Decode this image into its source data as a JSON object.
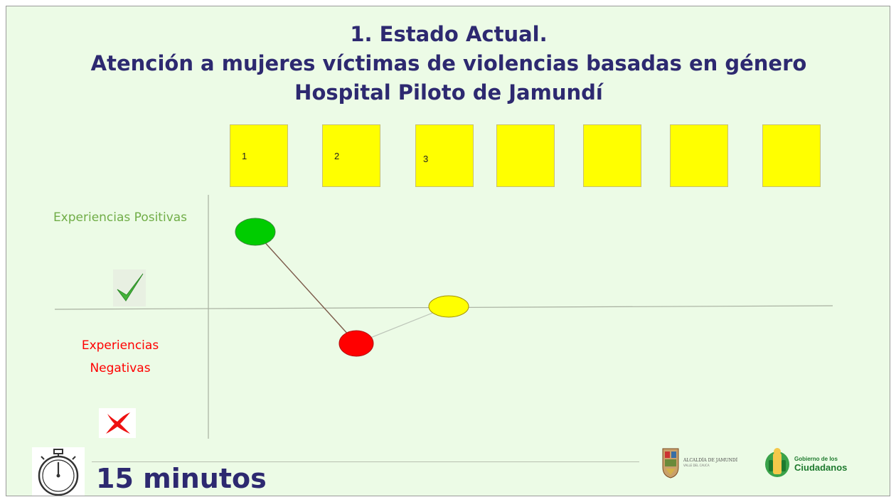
{
  "title": {
    "line1": "1.  Estado Actual.",
    "line2": "Atención a mujeres víctimas de violencias basadas en género",
    "line3": "Hospital Piloto de Jamundí"
  },
  "boxes": [
    {
      "label": "1"
    },
    {
      "label": "2"
    },
    {
      "label": "3"
    },
    {
      "label": ""
    },
    {
      "label": ""
    },
    {
      "label": ""
    },
    {
      "label": ""
    }
  ],
  "labels": {
    "positive": "Experiencias Positivas",
    "negative": "Experiencias Negativas"
  },
  "icons": {
    "positive": "checkmark-icon",
    "negative": "cross-icon",
    "timer": "stopwatch-icon"
  },
  "journey": [
    {
      "step": 1,
      "experience": "positive",
      "color": "#00cc00"
    },
    {
      "step": 2,
      "experience": "negative",
      "color": "#ff0000"
    },
    {
      "step": 3,
      "experience": "neutral",
      "color": "#ffff00"
    }
  ],
  "timer": {
    "text": "15 minutos"
  },
  "logos": {
    "alcaldia": "ALCALDÍA DE JAMUNDÍ",
    "alcaldia_sub": "VALLE DEL CAUCA",
    "gobierno_line1": "Gobierno de los",
    "gobierno_line2": "Ciudadanos"
  },
  "colors": {
    "title": "#2d2970",
    "box": "#ffff00",
    "positive_text": "#70ad47",
    "negative_text": "#ff0000",
    "background": "#ecfbe6"
  }
}
